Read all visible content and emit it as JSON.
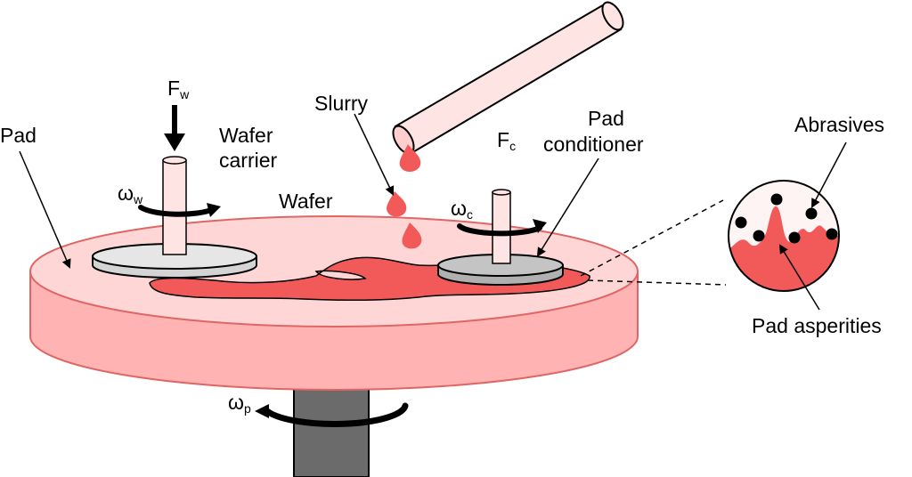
{
  "labels": {
    "pad": "Pad",
    "force_wafer": "F",
    "force_wafer_sub": "w",
    "wafer_carrier_line1": "Wafer",
    "wafer_carrier_line2": "carrier",
    "omega_wafer": "ω",
    "omega_wafer_sub": "w",
    "wafer": "Wafer",
    "slurry": "Slurry",
    "force_conditioner": "F",
    "force_conditioner_sub": "c",
    "omega_conditioner": "ω",
    "omega_conditioner_sub": "c",
    "pad_conditioner_line1": "Pad",
    "pad_conditioner_line2": "conditioner",
    "abrasives": "Abrasives",
    "pad_asperities": "Pad asperities",
    "omega_pad": "ω",
    "omega_pad_sub": "p"
  },
  "colors": {
    "pad_side": "#ffb3b3",
    "pad_top": "#ffd6d6",
    "pad_outline": "#e06666",
    "slurry": "#f25a5a",
    "tube": "#ffe4e4",
    "carrier_disc": "#e0e0e0",
    "conditioner_disc": "#c4c4c4",
    "spindle": "#6b6b6b"
  }
}
